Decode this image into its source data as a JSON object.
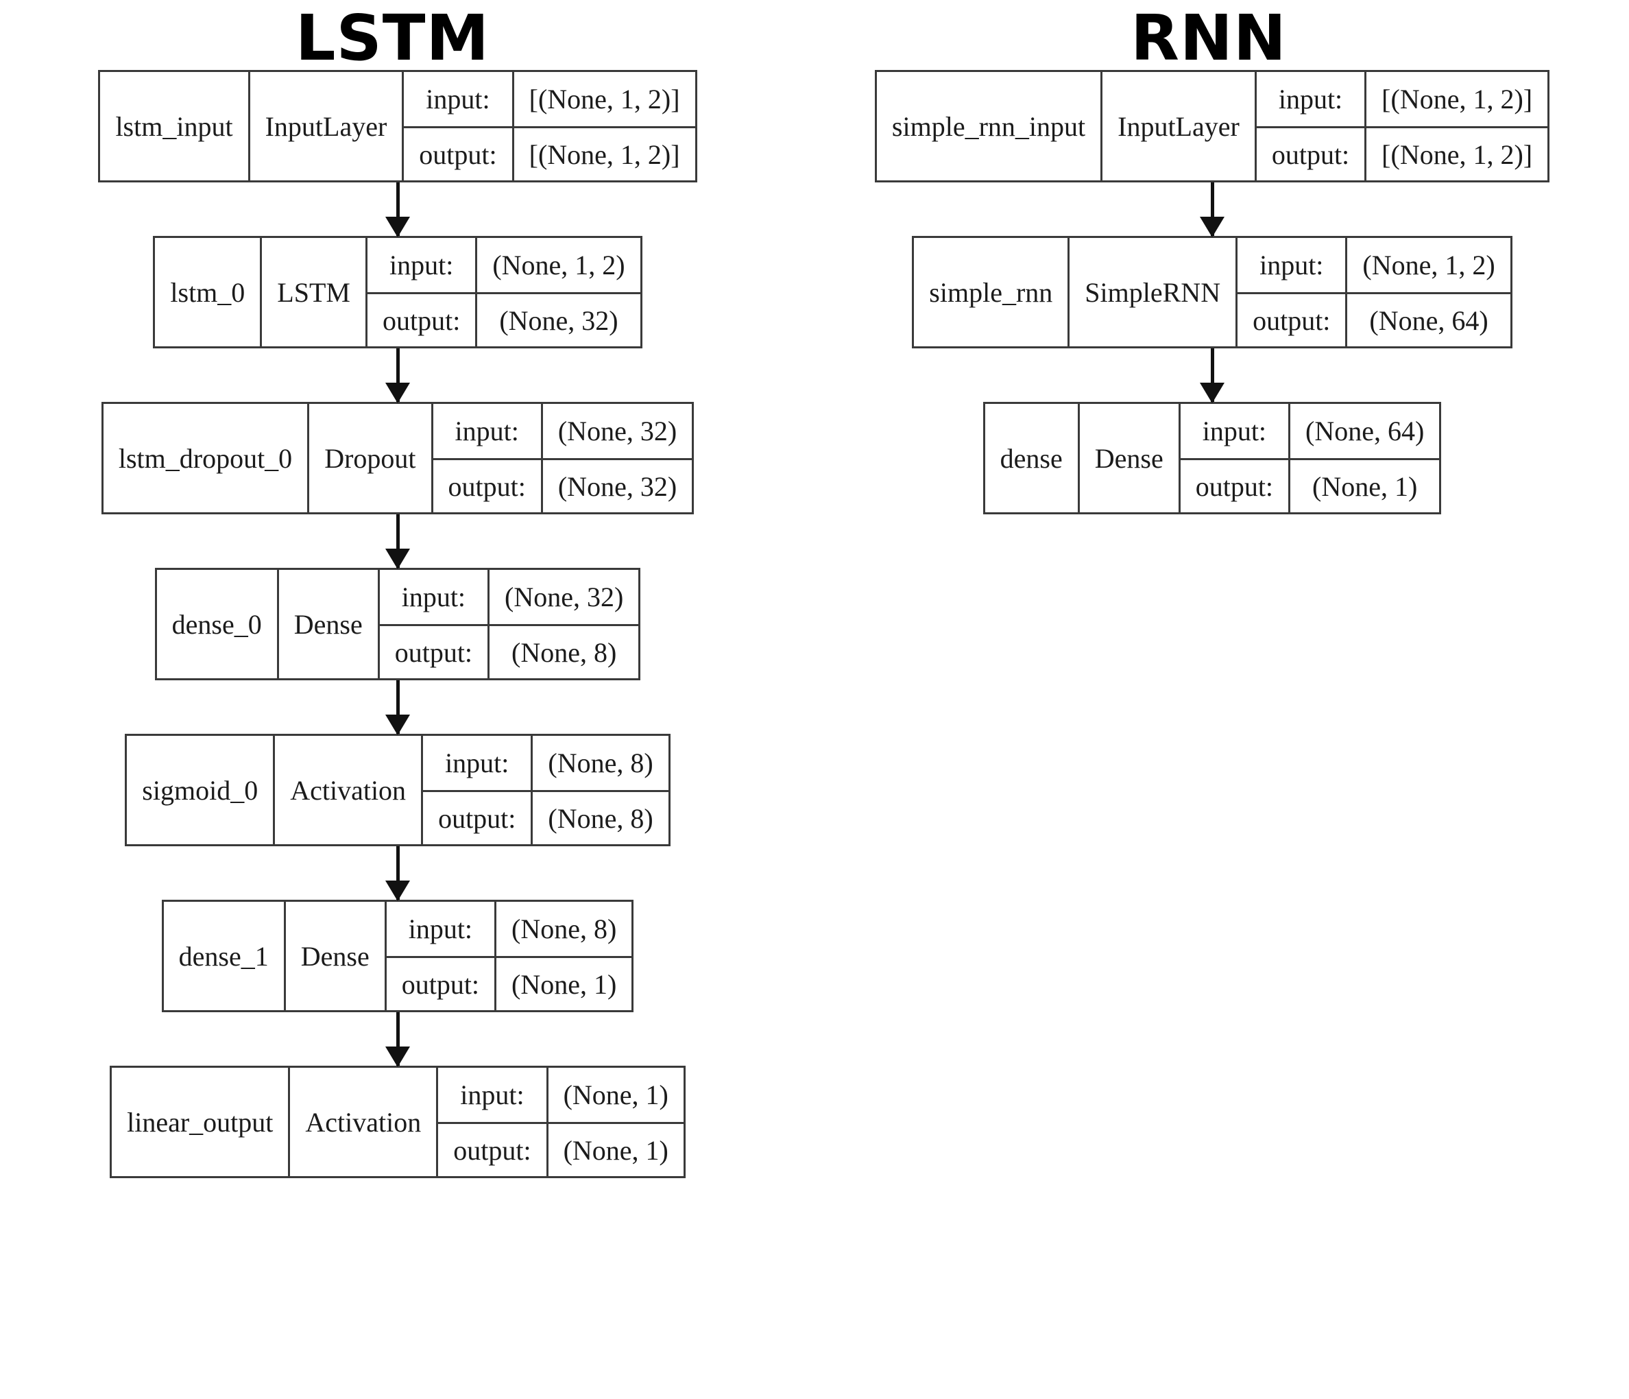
{
  "diagram": {
    "type": "neural-network-architecture",
    "io_labels": {
      "input": "input:",
      "output": "output:"
    },
    "columns": [
      {
        "id": "lstm",
        "title": "LSTM",
        "layers": [
          {
            "name": "lstm_input",
            "class": "InputLayer",
            "input_shape": "[(None, 1, 2)]",
            "output_shape": "[(None, 1, 2)]"
          },
          {
            "name": "lstm_0",
            "class": "LSTM",
            "input_shape": "(None, 1, 2)",
            "output_shape": "(None, 32)"
          },
          {
            "name": "lstm_dropout_0",
            "class": "Dropout",
            "input_shape": "(None, 32)",
            "output_shape": "(None, 32)"
          },
          {
            "name": "dense_0",
            "class": "Dense",
            "input_shape": "(None, 32)",
            "output_shape": "(None, 8)"
          },
          {
            "name": "sigmoid_0",
            "class": "Activation",
            "input_shape": "(None, 8)",
            "output_shape": "(None, 8)"
          },
          {
            "name": "dense_1",
            "class": "Dense",
            "input_shape": "(None, 8)",
            "output_shape": "(None, 1)"
          },
          {
            "name": "linear_output",
            "class": "Activation",
            "input_shape": "(None, 1)",
            "output_shape": "(None, 1)"
          }
        ]
      },
      {
        "id": "rnn",
        "title": "RNN",
        "layers": [
          {
            "name": "simple_rnn_input",
            "class": "InputLayer",
            "input_shape": "[(None, 1, 2)]",
            "output_shape": "[(None, 1, 2)]"
          },
          {
            "name": "simple_rnn",
            "class": "SimpleRNN",
            "input_shape": "(None, 1, 2)",
            "output_shape": "(None, 64)"
          },
          {
            "name": "dense",
            "class": "Dense",
            "input_shape": "(None, 64)",
            "output_shape": "(None, 1)"
          }
        ]
      }
    ]
  },
  "colors": {
    "border": "#3a3a3a",
    "text": "#1b1b1b",
    "arrow": "#111111",
    "background": "#ffffff"
  }
}
